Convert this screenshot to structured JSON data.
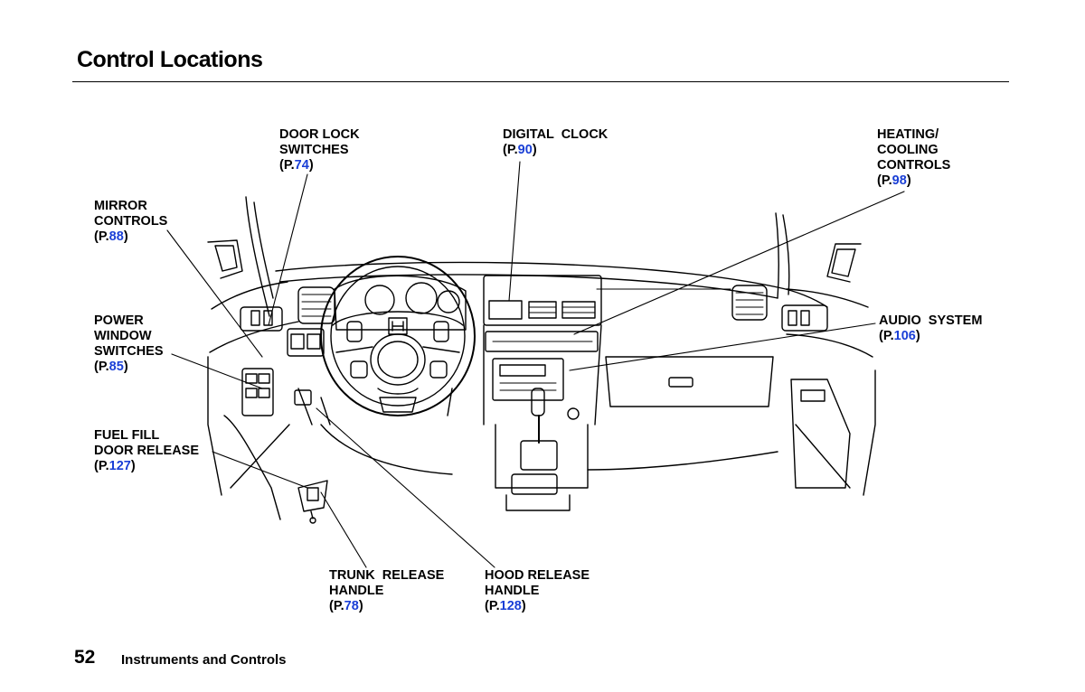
{
  "page": {
    "title": "Control Locations",
    "page_number": "52",
    "section": "Instruments and Controls"
  },
  "labels": {
    "door_lock": {
      "lines": [
        "DOOR LOCK",
        "SWITCHES"
      ],
      "page": "74"
    },
    "digital_clock": {
      "lines": [
        "DIGITAL  CLOCK"
      ],
      "page": "90"
    },
    "heating": {
      "lines": [
        "HEATING/",
        "COOLING",
        "CONTROLS"
      ],
      "page": "98"
    },
    "mirror": {
      "lines": [
        "MIRROR",
        "CONTROLS"
      ],
      "page": "88"
    },
    "power_window": {
      "lines": [
        "POWER",
        "WINDOW",
        "SWITCHES"
      ],
      "page": "85"
    },
    "audio": {
      "lines": [
        "AUDIO  SYSTEM"
      ],
      "page": "106"
    },
    "fuel": {
      "lines": [
        "FUEL FILL",
        "DOOR RELEASE"
      ],
      "page": "127"
    },
    "trunk": {
      "lines": [
        "TRUNK  RELEASE",
        "HANDLE"
      ],
      "page": "78"
    },
    "hood": {
      "lines": [
        "HOOD RELEASE",
        "HANDLE"
      ],
      "page": "128"
    }
  },
  "ref_prefix": "(P.",
  "ref_suffix": ")",
  "colors": {
    "link": "#1a3fd6",
    "ink": "#000000"
  }
}
